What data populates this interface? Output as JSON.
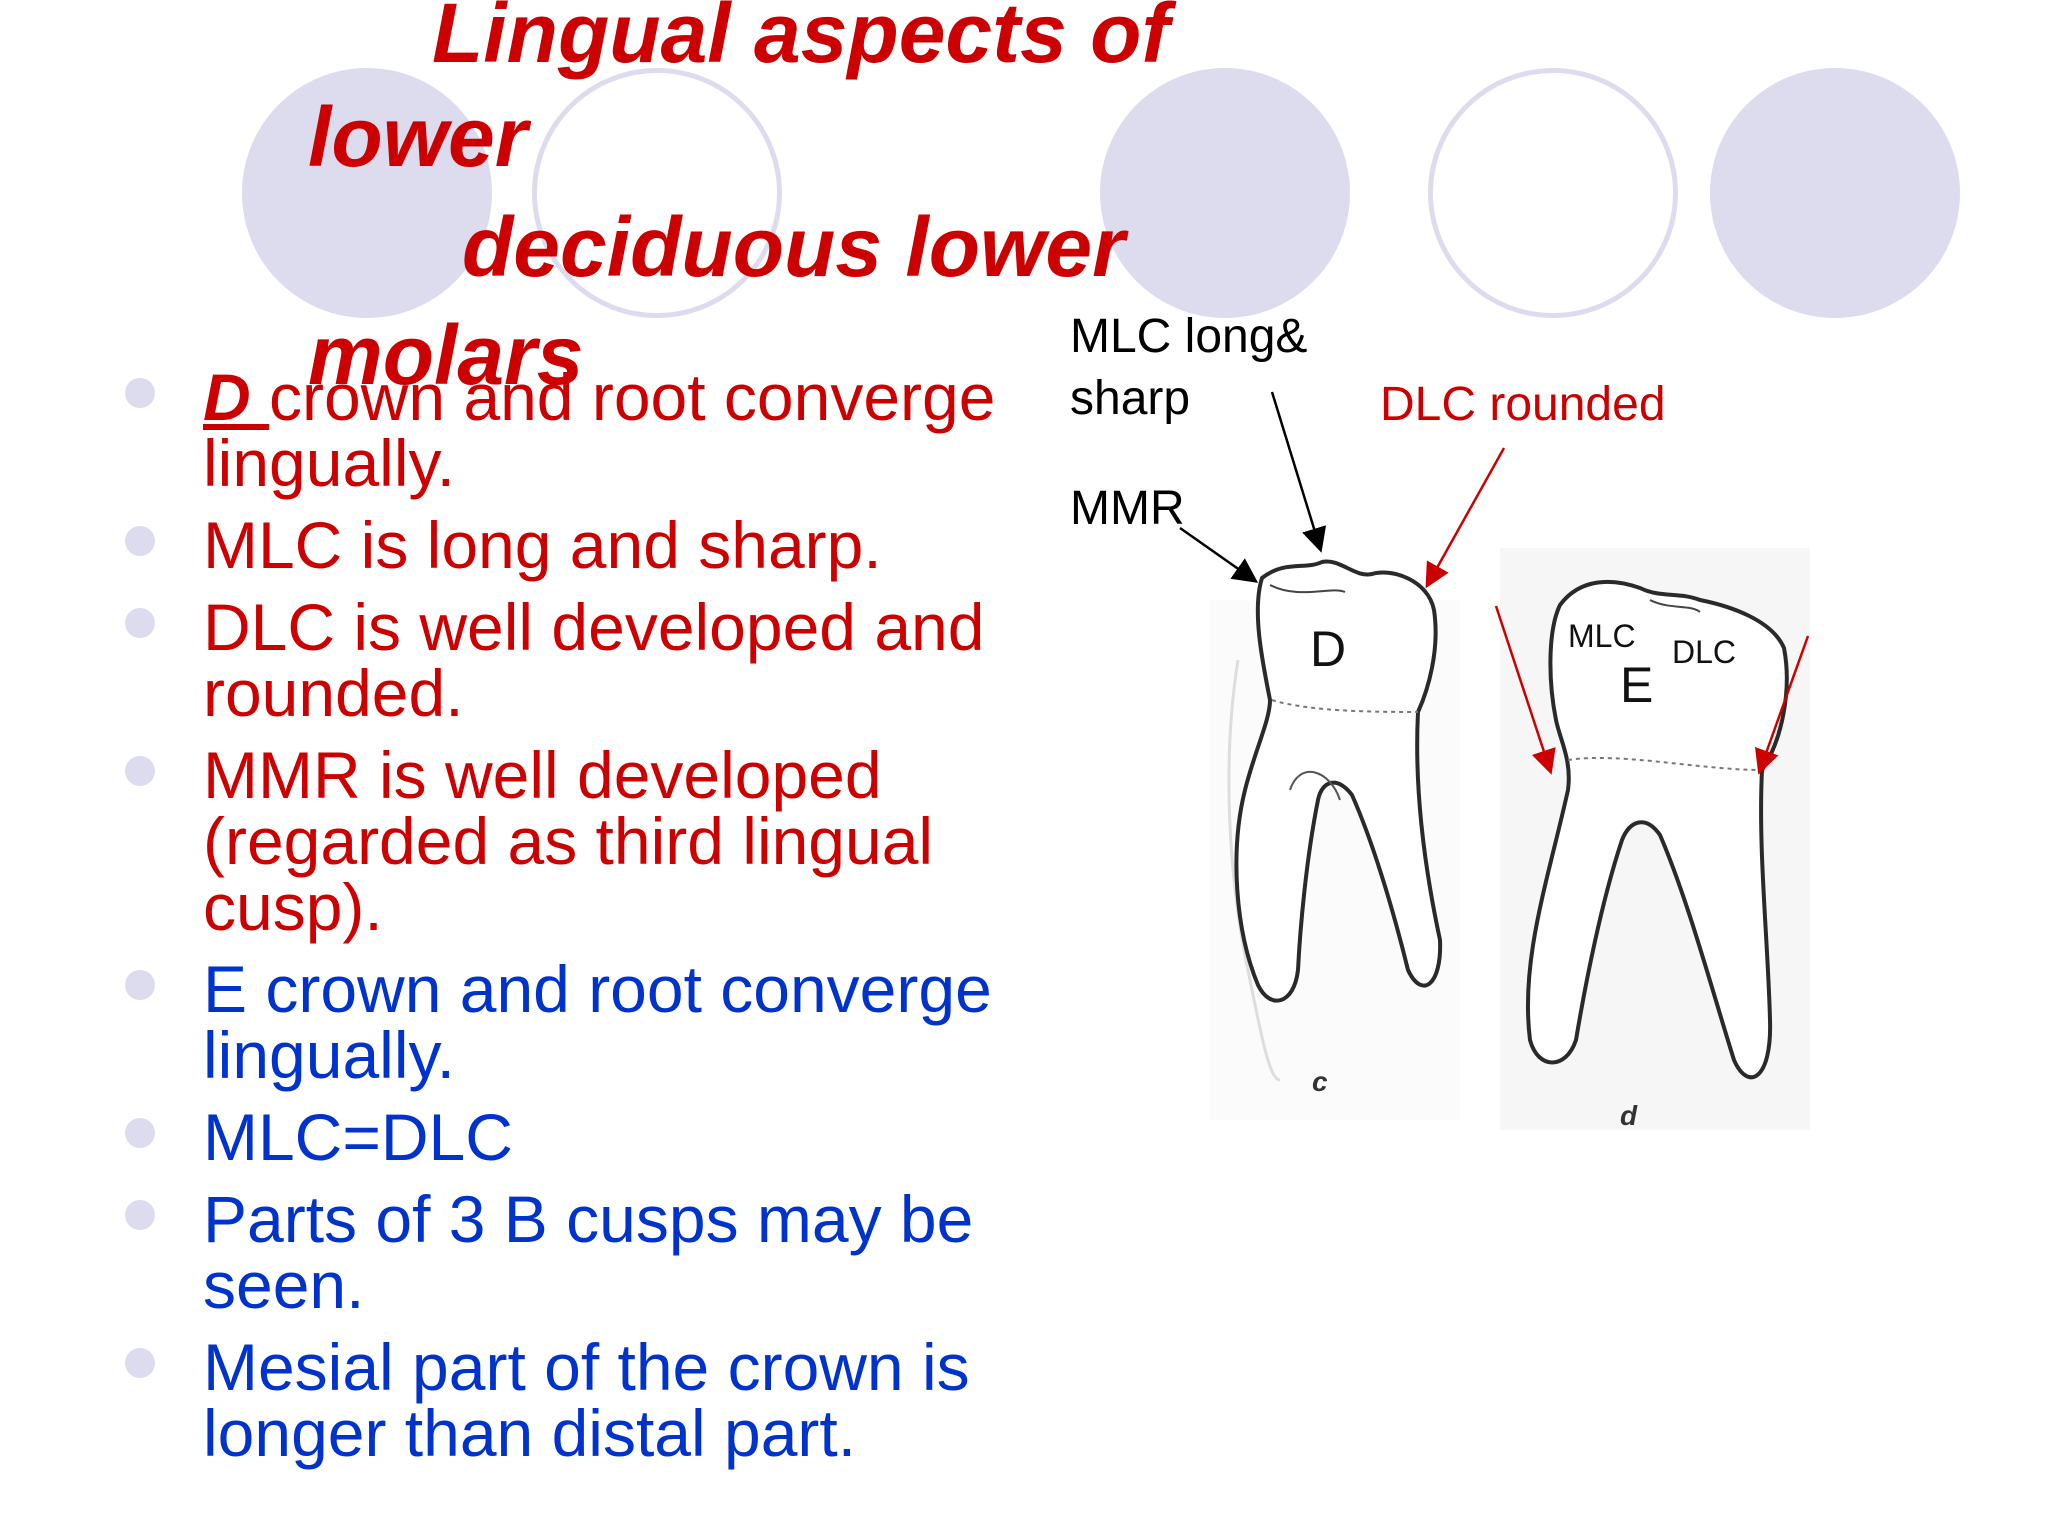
{
  "title": {
    "line1": "Lingual aspects of",
    "line2": "lower",
    "line3": "deciduous lower",
    "line4": "molars"
  },
  "bullets": [
    {
      "prefix": "D ",
      "text": "crown and root converge lingually.",
      "color": "#cc0000"
    },
    {
      "text": "MLC is long and sharp.",
      "color": "#cc0000"
    },
    {
      "text": "DLC is well developed and rounded.",
      "color": "#cc0000"
    },
    {
      "text": "MMR is well developed (regarded as third lingual cusp).",
      "color": "#cc0000"
    },
    {
      "text": "E crown and root converge lingually.",
      "color": "#0033cc"
    },
    {
      "text": "MLC=DLC",
      "color": "#0033cc"
    },
    {
      "text": "Parts of 3 B cusps may be seen.",
      "color": "#0033cc"
    },
    {
      "text": "Mesial part of the crown is longer than distal part.",
      "color": "#0033cc"
    }
  ],
  "figure": {
    "annotation_mlc": "MLC long& sharp",
    "annotation_mmr": "MMR",
    "annotation_dlc": "DLC rounded",
    "tooth_d_label": "D",
    "tooth_e_label": "E",
    "tooth_e_mlc": "MLC",
    "tooth_e_dlc": "DLC",
    "caption_c": "c",
    "caption_d": "d"
  },
  "colors": {
    "title": "#cc0000",
    "red_text": "#cc0000",
    "blue_text": "#0033cc",
    "decor_circles": "#dcdcee"
  }
}
